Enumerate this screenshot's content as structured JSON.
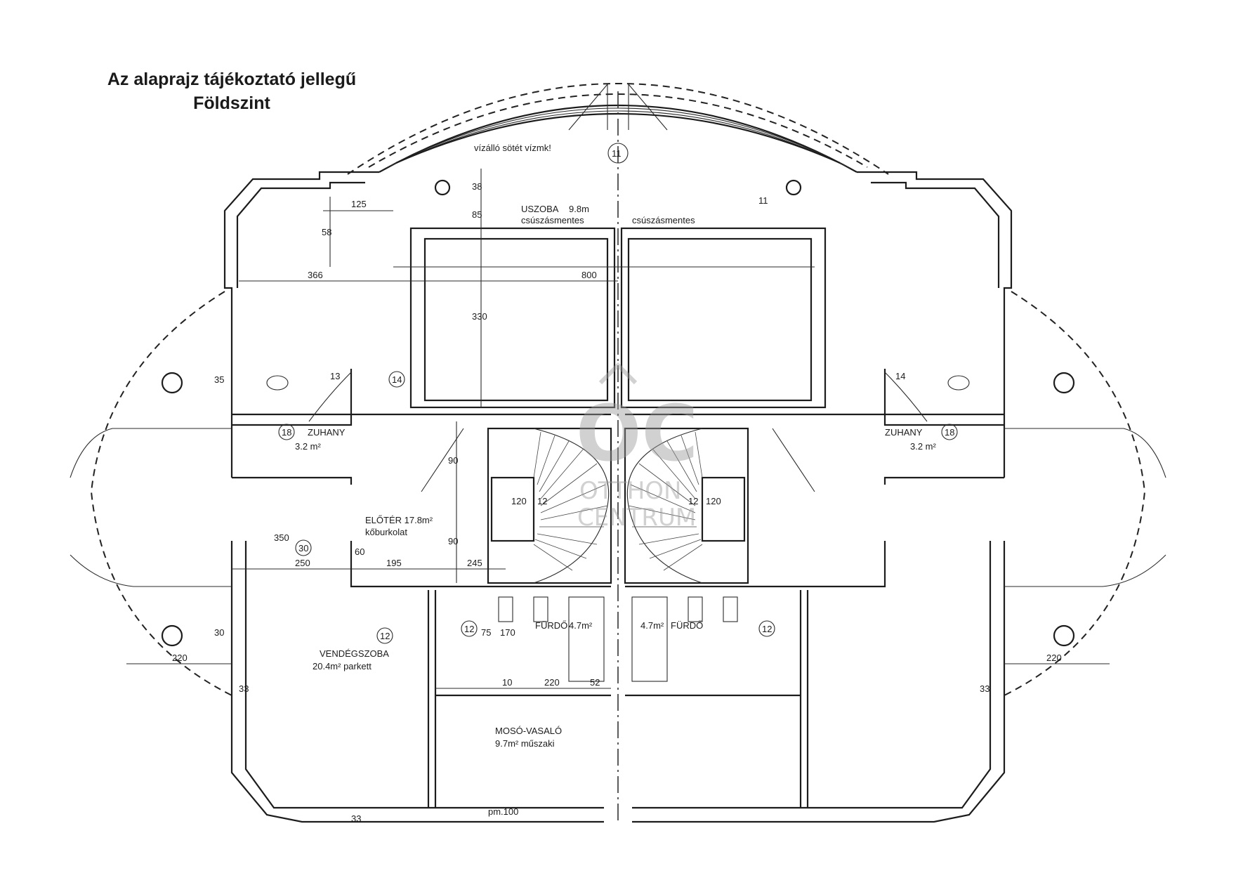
{
  "heading": {
    "line1": "Az alaprajz tájékoztató jellegű",
    "line2": "Földszint"
  },
  "watermark": {
    "logo": "OC",
    "line1": "OTTHON",
    "line2": "CENTRUM",
    "color": "#9a9a9a"
  },
  "rooms": {
    "pool": "USZOBA",
    "pool_area": "9.8m",
    "pool_note_left": "csúszásmentes",
    "pool_note_right": "csúszásmentes",
    "entrance": "ELŐTÉR 17.8m²",
    "entrance_floor": "kőburkolat",
    "shower_left": "ZUHANY",
    "shower_left_area": "3.2 m²",
    "shower_right": "ZUHANY",
    "shower_right_area": "3.2 m²",
    "guest": "VENDÉGSZOBA",
    "guest_area": "20.4m² parkett",
    "bath_left": "FÜRDŐ",
    "bath_left_area": "4.7m²",
    "bath_right": "FÜRDŐ",
    "bath_right_area": "4.7m²",
    "laundry": "MOSÓ-VASALÓ",
    "laundry_area": "9.7m² műszaki",
    "sill": "pm.100",
    "note_top": "vízálló sötét vízmk!"
  },
  "dimensions": {
    "d366": "366",
    "d800": "800",
    "d330": "330",
    "d85": "85",
    "d38a": "38",
    "d58": "58",
    "d125": "125",
    "d250": "250",
    "d195": "195",
    "d245": "245",
    "d220a": "220",
    "d220b": "220",
    "d220c": "220",
    "d52": "52",
    "d120a": "120",
    "d120b": "120",
    "d12a": "12",
    "d12b": "12",
    "d90": "90",
    "d60": "60",
    "d170": "170",
    "d75": "75",
    "d33a": "33",
    "d33b": "33",
    "d33c": "33",
    "d90b": "90",
    "d350": "350",
    "d30": "30",
    "d35": "35",
    "d10": "10",
    "d13": "13",
    "d14": "14",
    "d11": "11"
  },
  "markers": {
    "m30": "30",
    "m18a": "18",
    "m18b": "18",
    "m12a": "12",
    "m12b": "12",
    "m12c": "12",
    "m14": "14",
    "m11": "11"
  }
}
